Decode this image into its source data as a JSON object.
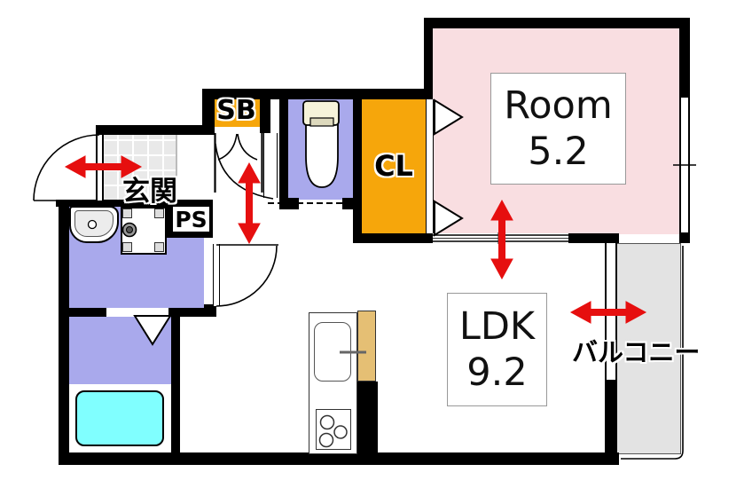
{
  "plan_title": "1LDK apartment floor plan",
  "palette": {
    "wall": "#000000",
    "room_pink": "#f9dee1",
    "wet_area_purple": "#a9a9ec",
    "closet_orange": "#f6a60b",
    "bathtub_cyan": "#80ffff",
    "balcony_gray": "#e3e3e3",
    "entrance_tile_gray": "#e9e9e9",
    "counter_tan": "#e5bf74",
    "arrow_red": "#e60f0f"
  },
  "labels": {
    "room": {
      "name": "Room",
      "size": "5.2"
    },
    "ldk": {
      "name": "LDK",
      "size": "9.2"
    },
    "closet": "CL",
    "shoe_box": "SB",
    "pipe_space": "PS",
    "entrance": "玄関",
    "balcony": "バルコニー"
  },
  "arrows": [
    {
      "id": "entrance-flow",
      "orientation": "horizontal",
      "location": "entrance"
    },
    {
      "id": "hall-flow",
      "orientation": "vertical",
      "location": "hallway"
    },
    {
      "id": "room-ldk-flow",
      "orientation": "vertical",
      "location": "between Room 5.2 and LDK"
    },
    {
      "id": "ldk-balcony-flow",
      "orientation": "horizontal",
      "location": "between LDK and balcony"
    }
  ],
  "fixtures": [
    "toilet",
    "washbasin",
    "washing-machine-pan",
    "bathtub",
    "kitchen-sink",
    "stove"
  ]
}
